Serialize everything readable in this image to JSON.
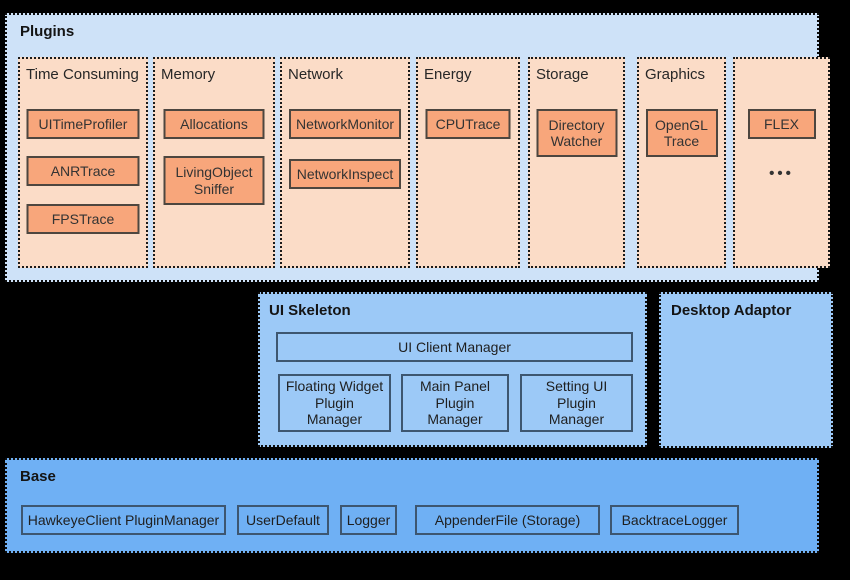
{
  "plugins": {
    "title": "Plugins",
    "categories": [
      {
        "name": "Time Consuming",
        "items": [
          "UITimeProfiler",
          "ANRTrace",
          "FPSTrace"
        ]
      },
      {
        "name": "Memory",
        "items": [
          "Allocations",
          "LivingObject\nSniffer"
        ]
      },
      {
        "name": "Network",
        "items": [
          "NetworkMonitor",
          "NetworkInspect"
        ]
      },
      {
        "name": "Energy",
        "items": [
          "CPUTrace"
        ]
      },
      {
        "name": "Storage",
        "items": [
          "Directory\nWatcher"
        ]
      },
      {
        "name": "Graphics",
        "items": [
          "OpenGL\nTrace"
        ]
      },
      {
        "name": "",
        "items": [
          "FLEX"
        ],
        "ellipsis": "•••"
      }
    ]
  },
  "ui_skeleton": {
    "title": "UI Skeleton",
    "client_manager": "UI Client Manager",
    "managers": [
      "Floating Widget\nPlugin\nManager",
      "Main Panel\nPlugin\nManager",
      "Setting UI\nPlugin\nManager"
    ]
  },
  "desktop_adaptor": {
    "title": "Desktop Adaptor"
  },
  "base": {
    "title": "Base",
    "items": [
      "HawkeyeClient PluginManager",
      "UserDefault",
      "Logger",
      "AppenderFile (Storage)",
      "BacktraceLogger"
    ]
  },
  "colors": {
    "background": "#000000",
    "plugins_fill": "#cee2f8",
    "category_fill": "#fbdcc7",
    "plugin_node_fill": "#f8a67b",
    "plugin_node_border": "#4d463f",
    "skeleton_fill": "#9cc9f7",
    "base_fill": "#6fb0f4",
    "blue_node_border": "#3d5670",
    "dotted_border": "#0d0d0d"
  }
}
